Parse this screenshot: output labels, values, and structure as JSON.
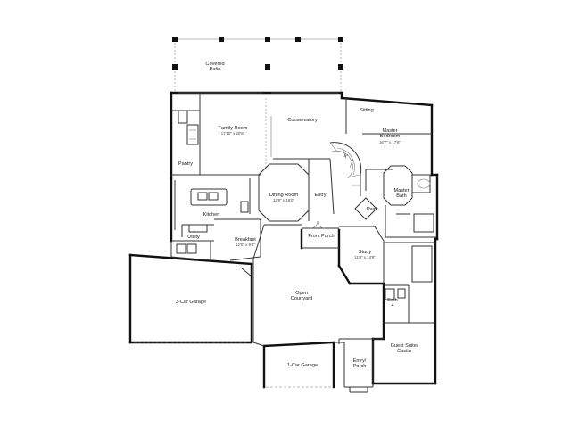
{
  "rooms": {
    "covered_patio": {
      "name": "Covered\nPatio",
      "dims": ""
    },
    "family_room": {
      "name": "Family Room",
      "dims": "17'10\" x 20'8\""
    },
    "conservatory": {
      "name": "Conservatory",
      "dims": ""
    },
    "sitting": {
      "name": "Sitting",
      "dims": ""
    },
    "master_bedroom": {
      "name": "Master\nBedroom",
      "dims": "16'7\" x 17'8\""
    },
    "pantry": {
      "name": "Pantry",
      "dims": ""
    },
    "up": {
      "name": "UP",
      "dims": ""
    },
    "dining_room": {
      "name": "Dining Room",
      "dims": "12'8\" x 16'0\""
    },
    "entry": {
      "name": "Entry",
      "dims": ""
    },
    "master_bath": {
      "name": "Master\nBath",
      "dims": ""
    },
    "pwdr": {
      "name": "Pwdr.",
      "dims": ""
    },
    "kitchen": {
      "name": "Kitchen",
      "dims": ""
    },
    "utility": {
      "name": "Utility",
      "dims": ""
    },
    "breakfast": {
      "name": "Breakfast",
      "dims": "12'0\" x 9'4\""
    },
    "front_porch": {
      "name": "Front Porch",
      "dims": ""
    },
    "study": {
      "name": "Study",
      "dims": "11'0\" x 14'8\""
    },
    "three_car_garage": {
      "name": "3-Car Garage",
      "dims": ""
    },
    "open_courtyard": {
      "name": "Open\nCourtyard",
      "dims": ""
    },
    "bath4": {
      "name": "Bath\n4",
      "dims": ""
    },
    "guest_suite": {
      "name": "Guest Suite/\nCasita",
      "dims": ""
    },
    "one_car_garage": {
      "name": "1-Car Garage",
      "dims": ""
    },
    "entry_porch": {
      "name": "Entry/\nPorch",
      "dims": ""
    }
  }
}
